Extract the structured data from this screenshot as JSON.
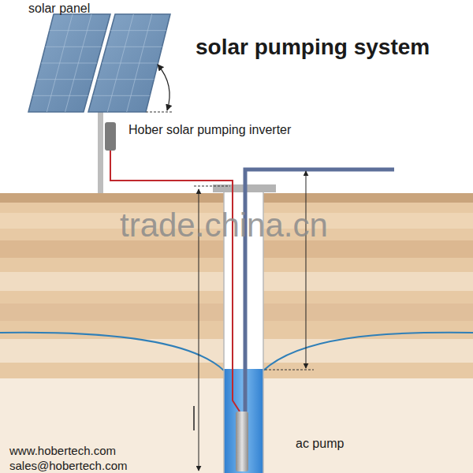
{
  "diagram": {
    "title": "solar pumping system",
    "nodes": [
      {
        "text": [
          "Hober solar pumping inverter"
        ]
      },
      {
        "text": [
          "ac pump"
        ]
      }
    ],
    "edges": [
      {
        "from": 0,
        "to": 1,
        "arrow": "none"
      }
    ],
    "labels": [
      "solar panel",
      "trade.china.cn",
      "www.hobertech.com",
      "sales@hobertech.com"
    ]
  }
}
